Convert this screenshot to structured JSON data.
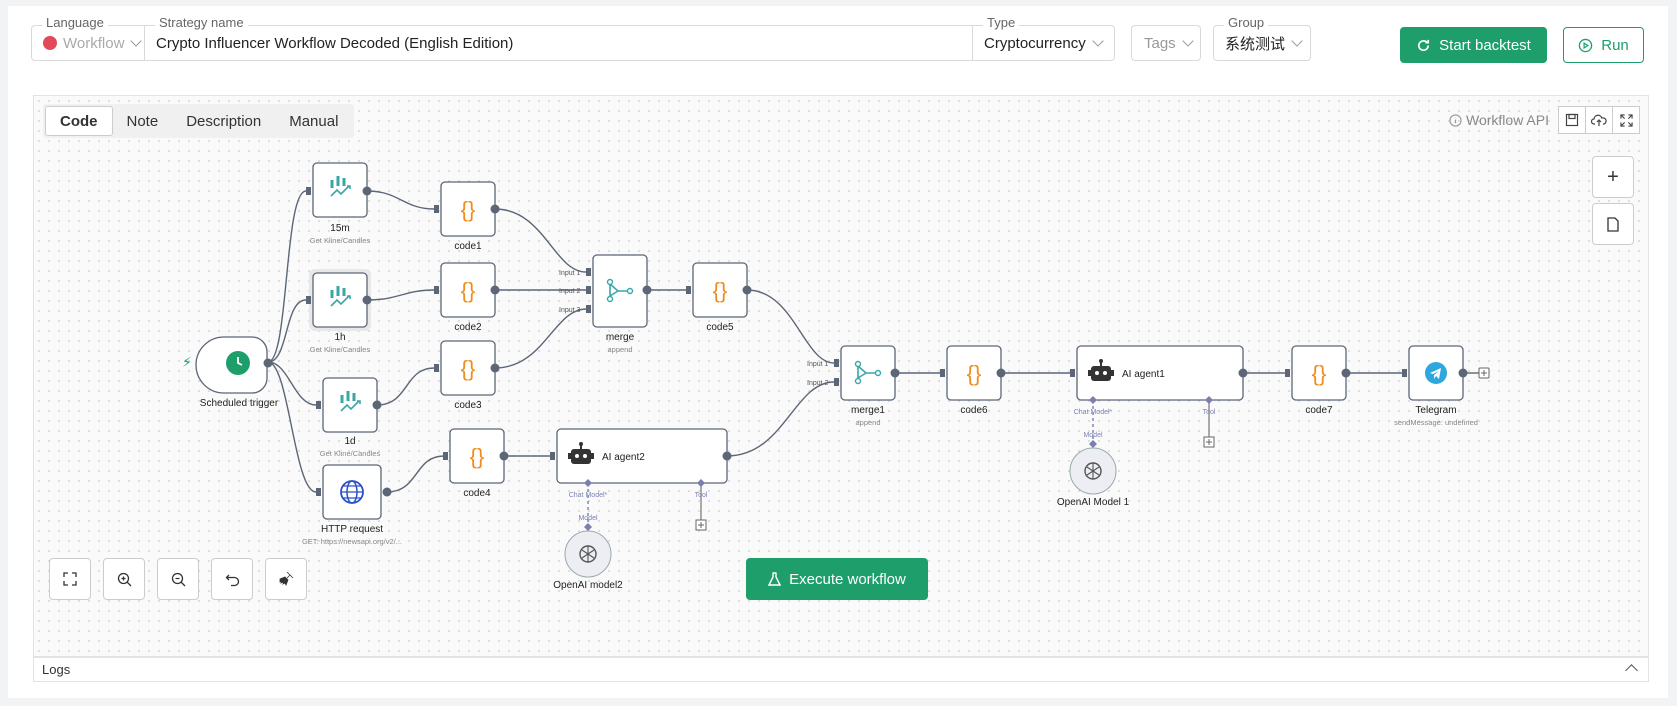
{
  "header": {
    "language_label": "Language",
    "language_value": "Workflow",
    "strategy_label": "Strategy name",
    "strategy_value": "Crypto Influencer Workflow Decoded (English Edition)",
    "type_label": "Type",
    "type_value": "Cryptocurrency",
    "tags_placeholder": "Tags",
    "group_label": "Group",
    "group_value": "系统测试",
    "start_backtest": "Start backtest",
    "run": "Run"
  },
  "editor": {
    "tabs": [
      "Code",
      "Note",
      "Description",
      "Manual"
    ],
    "active_tab": "Code",
    "workflow_api": "Workflow API",
    "execute": "Execute workflow"
  },
  "nodes": {
    "trigger": "Scheduled trigger",
    "k15": "15m",
    "k15_sub": "Get Kline/Candles",
    "k1h": "1h",
    "k1h_sub": "Get Kline/Candles",
    "k1d": "1d",
    "k1d_sub": "Get Kline/Candles",
    "http": "HTTP request",
    "http_sub": "GET: https://newsapi.org/v2/...",
    "code1": "code1",
    "code2": "code2",
    "code3": "code3",
    "code4": "code4",
    "code5": "code5",
    "code6": "code6",
    "code7": "code7",
    "merge": "merge",
    "merge_sub": "append",
    "merge1": "merge1",
    "merge1_sub": "append",
    "agent1": "AI agent1",
    "agent2": "AI agent2",
    "telegram": "Telegram",
    "telegram_sub": "sendMessage: undefined",
    "model1": "OpenAI Model 1",
    "model2": "OpenAI model2",
    "input1": "Input 1",
    "input2": "Input 2",
    "input3": "Input 3",
    "chat_model": "Chat Model*",
    "tool": "Tool",
    "model": "Model"
  },
  "logs": {
    "label": "Logs"
  },
  "colors": {
    "accent": "#1d9e6b",
    "orange": "#f08c1e",
    "teal": "#3aa6a6",
    "wire": "#5c6677"
  }
}
